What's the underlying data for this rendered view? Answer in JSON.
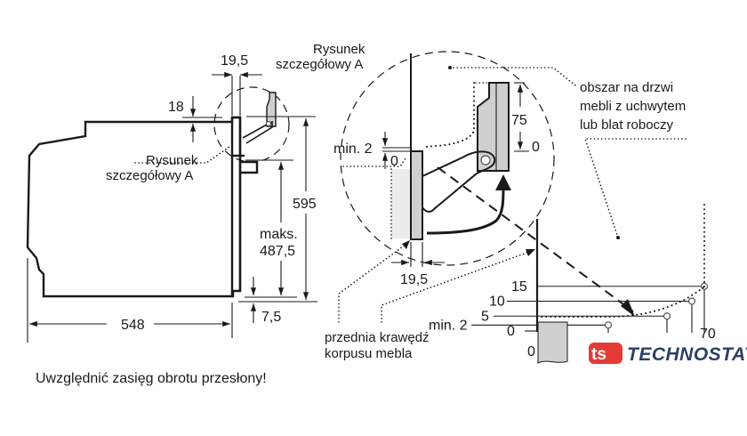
{
  "diagram": {
    "title": "Oven installation dimensions – door hinge clearance",
    "language": "pl"
  },
  "overview": {
    "detail_label_top_line1": "Rysunek",
    "detail_label_top_line2": "szczegółowy A",
    "detail_label_side_line1": "Rysunek",
    "detail_label_side_line2": "szczegółowy A",
    "dim_door_thickness": "19,5",
    "dim_top_offset": "18",
    "dim_height": "595",
    "dim_max_label": "maks.",
    "dim_max_value": "487,5",
    "dim_bottom_offset": "7,5",
    "dim_depth": "548"
  },
  "detail_a": {
    "dim_min_label": "min. 2",
    "dim_zero_left": "0",
    "dim_75": "75",
    "dim_zero_right": "0",
    "dim_door_thickness": "19,5",
    "front_edge_line1": "przednia krawędź",
    "front_edge_line2": "korpusu mebla",
    "area_line1": "obszar na drzwi",
    "area_line2": "mebli z uchwytem",
    "area_line3": "lub blat roboczy"
  },
  "swing_chart": {
    "levels": [
      {
        "label": "15",
        "value": 15
      },
      {
        "label": "10",
        "value": 10
      },
      {
        "label": "5",
        "value": 5
      },
      {
        "label": "min. 2",
        "value": 2
      },
      {
        "label": "0",
        "value": 0
      }
    ],
    "zero_label": "0",
    "end_label": "70"
  },
  "footer": {
    "warning": "Uwzględnić zasięg obrotu przesłony!"
  },
  "brand": {
    "logo_mark": "ts",
    "name": "TECHNOSTATUS",
    "red": "#e63a36",
    "navy": "#2b3f66"
  }
}
